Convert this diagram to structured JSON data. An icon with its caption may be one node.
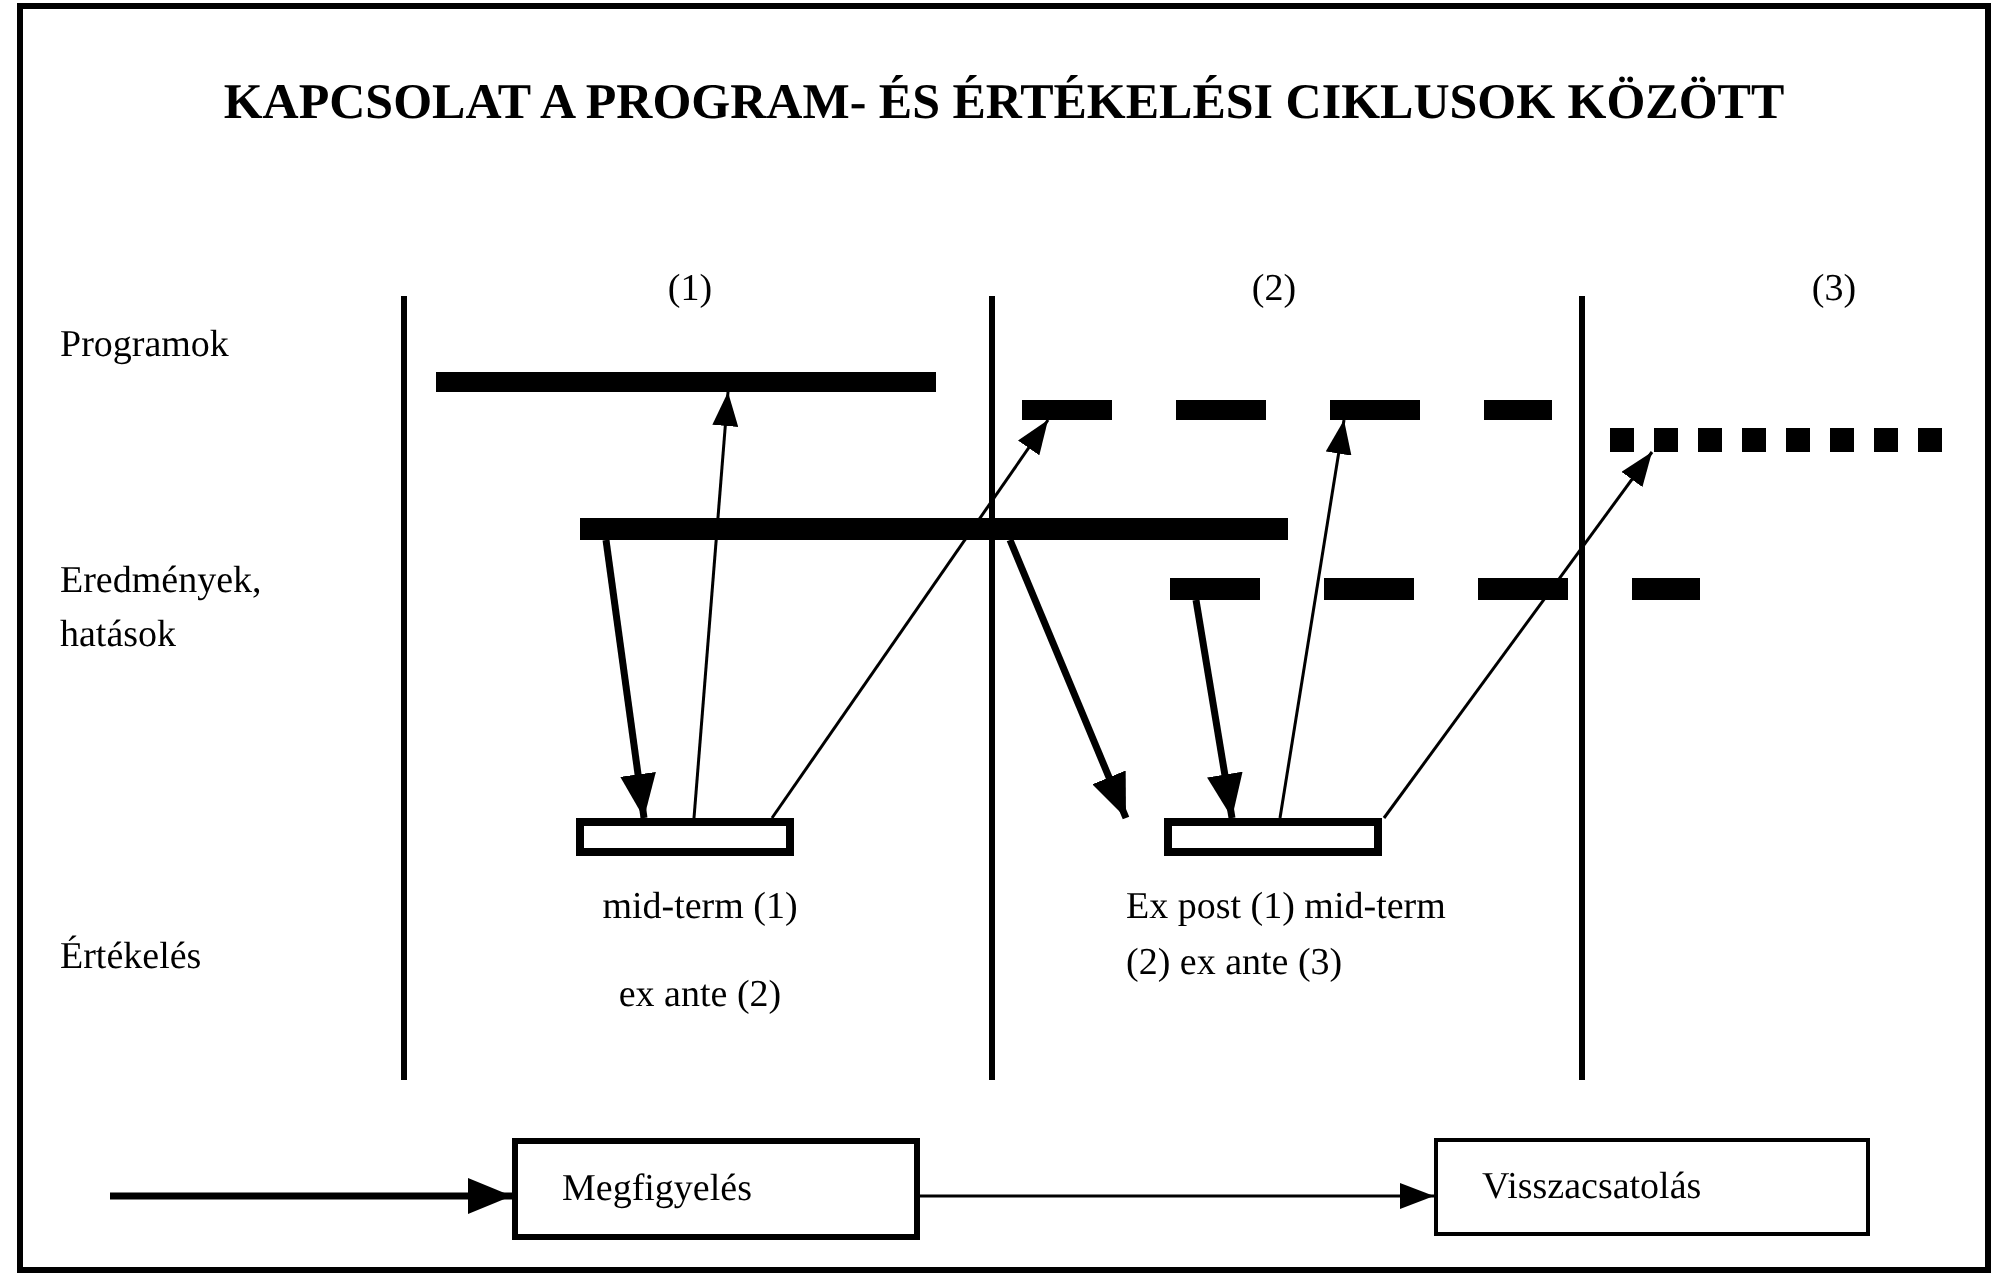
{
  "diagram": {
    "title": "KAPCSOLAT A PROGRAM- ÉS ÉRTÉKELÉSI CIKLUSOK KÖZÖTT",
    "nodes": [
      {
        "text": [],
        "shape": "bar"
      },
      {
        "text": [],
        "shape": "bar"
      },
      {
        "text": [],
        "shape": "bar"
      },
      {
        "text": [],
        "shape": "bar"
      },
      {
        "text": [],
        "shape": "bar"
      },
      {
        "text": [],
        "shape": "box",
        "beside": [
          "mid-term (1)",
          "ex ante (2)"
        ]
      },
      {
        "text": [],
        "shape": "box",
        "beside": [
          "Ex post (1) mid-term (2) ex ante (3)"
        ]
      },
      {
        "text": [
          "Megfigyelés"
        ]
      },
      {
        "text": [
          "Visszacsatolás"
        ]
      }
    ],
    "edges": [
      {
        "from": 3,
        "to": 5,
        "arrow": "to",
        "style": "thick"
      },
      {
        "from": 5,
        "to": 0,
        "arrow": "to"
      },
      {
        "from": 5,
        "to": 1,
        "arrow": "to"
      },
      {
        "from": 3,
        "to": 6,
        "arrow": "to",
        "style": "thick"
      },
      {
        "from": 4,
        "to": 6,
        "arrow": "to",
        "style": "thick"
      },
      {
        "from": 6,
        "to": 1,
        "arrow": "to"
      },
      {
        "from": 6,
        "to": 2,
        "arrow": "to"
      },
      {
        "from": null,
        "to": 7,
        "arrow": "to",
        "style": "thick"
      },
      {
        "from": 7,
        "to": 8,
        "arrow": "to"
      }
    ],
    "labels": [
      "(1)",
      "(2)",
      "(3)",
      "Programok",
      "Eredmények, hatások",
      "Értékelés"
    ]
  }
}
